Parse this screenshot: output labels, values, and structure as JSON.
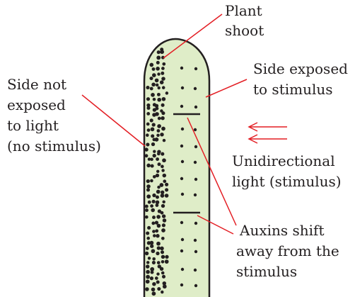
{
  "labels": {
    "plant_shoot": [
      "Plant",
      "shoot"
    ],
    "side_not_exposed": [
      "Side not",
      "exposed",
      "to light",
      "(no stimulus)"
    ],
    "side_exposed": [
      "Side exposed",
      "to stimulus"
    ],
    "unidirectional": [
      "Unidirectional",
      "light (stimulus)"
    ],
    "auxins": [
      "Auxins shift",
      "away from the",
      "stimulus"
    ]
  },
  "colors": {
    "shoot_fill": "#dfedc8",
    "outline": "#231f20",
    "pointer": "#e31e24",
    "light_arrow": "#e31e24"
  }
}
